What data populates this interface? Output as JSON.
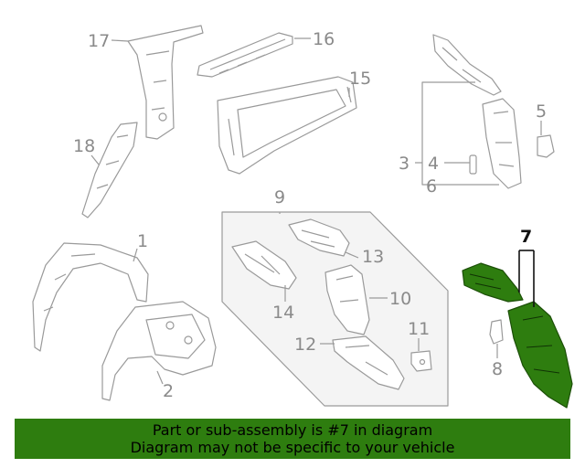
{
  "callouts": {
    "c1": "1",
    "c2": "2",
    "c3": "3",
    "c4": "4",
    "c5": "5",
    "c6": "6",
    "c7": "7",
    "c8": "8",
    "c9": "9",
    "c10": "10",
    "c11": "11",
    "c12": "12",
    "c13": "13",
    "c14": "14",
    "c15": "15",
    "c16": "16",
    "c17": "17",
    "c18": "18"
  },
  "highlighted_part": "7",
  "colors": {
    "highlight_fill": "#2e7d0f",
    "outline": "#9a9a9a",
    "callout_text": "#8a8a8a",
    "group_box_fill": "#f4f4f4"
  },
  "banner": {
    "line1": "Part or sub-assembly is #7 in diagram",
    "line2": "Diagram may not be specific to your vehicle"
  }
}
